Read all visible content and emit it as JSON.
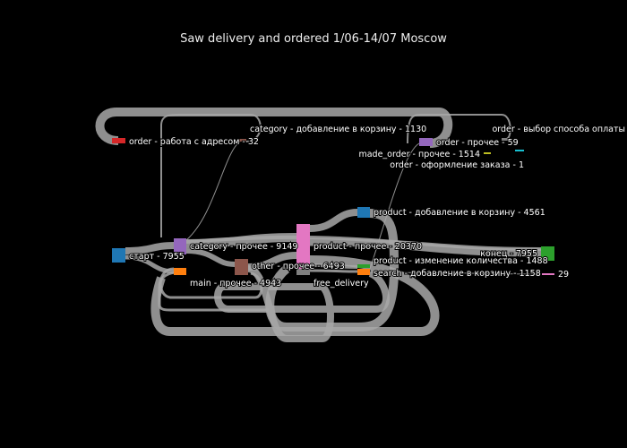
{
  "title": "Saw delivery and ordered 1/06-14/07 Moscow",
  "nodes": [
    {
      "id": "start",
      "label": "старт - 7955",
      "color": "#1f77b4"
    },
    {
      "id": "cat_other",
      "label": "category - прочее - 9149",
      "color": "#9467bd"
    },
    {
      "id": "main_other",
      "label": "main - прочее - 4943",
      "color": "#ff7f0e"
    },
    {
      "id": "other_other",
      "label": "other - прочее - 6493",
      "color": "#8c564b"
    },
    {
      "id": "order_addr",
      "label": "order - работа с адресом - 32",
      "color": "#d62728"
    },
    {
      "id": "cat_add",
      "label": "category - добавление в корзину - 1130",
      "color": "#8c564b"
    },
    {
      "id": "prod_other",
      "label": "product - прочее - 20370",
      "color": "#e377c2"
    },
    {
      "id": "free_delivery",
      "label": "free_delivery",
      "color": "#7f7f7f"
    },
    {
      "id": "prod_add",
      "label": "product - добавление в корзину - 4561",
      "color": "#1f77b4"
    },
    {
      "id": "prod_change",
      "label": "product - изменение количества - 1488",
      "color": "#2ca02c"
    },
    {
      "id": "search_add",
      "label": "search - добавление в корзину - 1158",
      "color": "#ff7f0e"
    },
    {
      "id": "order_other",
      "label": "order - прочее - 59",
      "color": "#9467bd"
    },
    {
      "id": "made_order",
      "label": "made_order - прочее - 1514",
      "color": "#bcbd22"
    },
    {
      "id": "order_pay",
      "label": "order - выбор способа оплаты",
      "color": "#7f7f7f"
    },
    {
      "id": "order_checkout",
      "label": "order - оформление заказа - 1",
      "color": "#17becf"
    },
    {
      "id": "end",
      "label": "конец - 7955",
      "color": "#2ca02c"
    },
    {
      "id": "small_pink",
      "label": "29",
      "color": "#e377c2"
    }
  ]
}
